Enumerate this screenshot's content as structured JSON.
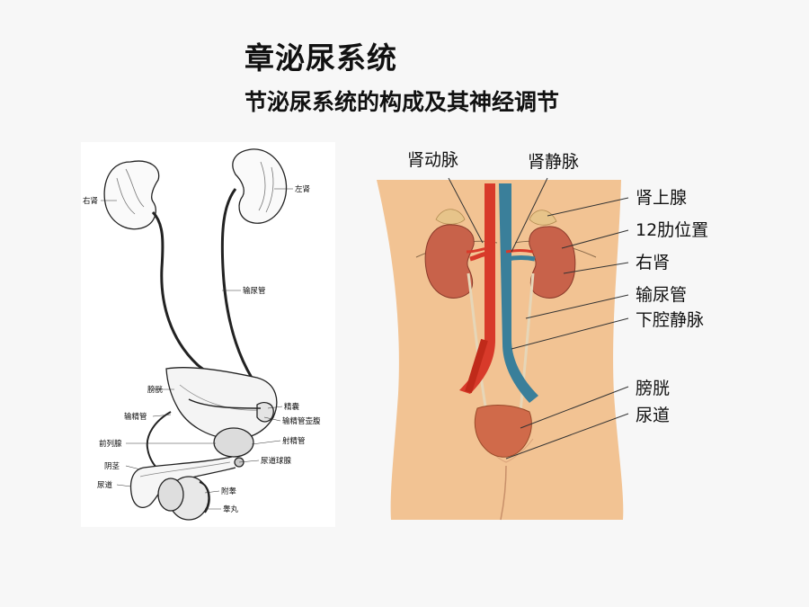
{
  "slide": {
    "title": "章泌尿系统",
    "subtitle": "节泌尿系统的构成及其神经调节"
  },
  "left_figure": {
    "labels": {
      "right_kidney": "右肾",
      "left_kidney": "左肾",
      "ureter": "输尿管",
      "bladder": "膀胱",
      "seminal_vesicle": "精囊",
      "vas_deferens": "输精管",
      "ampulla": "输精管壶腹",
      "ejaculatory_duct": "射精管",
      "prostate": "前列腺",
      "bulbourethral_gland": "尿道球腺",
      "penis": "阴茎",
      "urethra": "尿道",
      "epididymis": "附睾",
      "testis": "睾丸"
    }
  },
  "right_figure": {
    "labels": {
      "renal_artery": "肾动脉",
      "renal_vein": "肾静脉",
      "adrenal_gland": "肾上腺",
      "rib12": "12肋位置",
      "right_kidney": "右肾",
      "ureter": "输尿管",
      "ivc": "下腔静脉",
      "bladder": "膀胱",
      "urethra": "尿道"
    },
    "colors": {
      "skin": "#f2c393",
      "kidney": "#c8624a",
      "artery": "#d83a2a",
      "vein": "#3a7f9a",
      "adrenal": "#e7c48a",
      "bladder": "#d06a4a"
    }
  }
}
